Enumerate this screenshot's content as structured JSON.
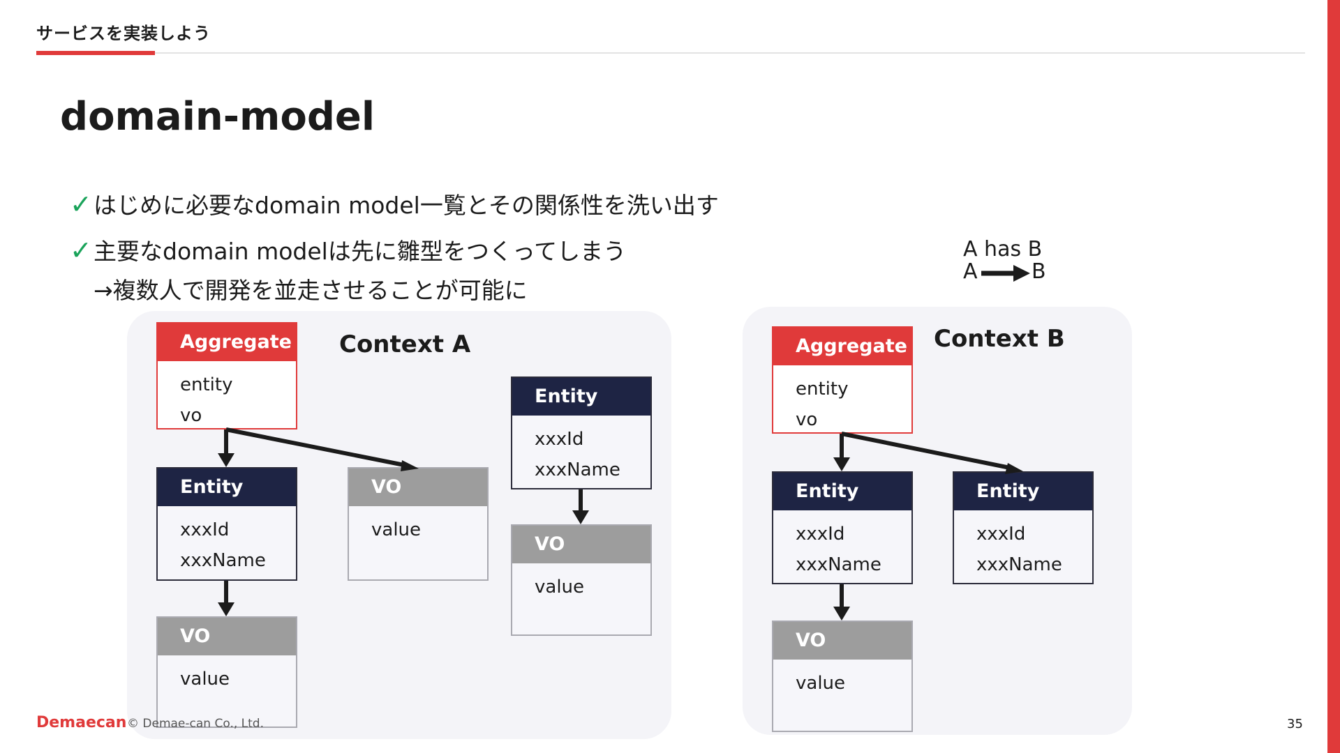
{
  "header": {
    "section": "サービスを実装しよう"
  },
  "title": "domain-model",
  "bullets": [
    "はじめに必要なdomain model一覧とその関係性を洗い出す",
    "主要なdomain modelは先に雛型をつくってしまう"
  ],
  "sub_bullet": "→複数人で開発を並走させることが可能に",
  "check_glyph": "✓",
  "legend": {
    "line1": "A has B",
    "from": "A",
    "to": "B"
  },
  "context_a": {
    "title": "Context A",
    "aggregate": {
      "head": "Aggregate",
      "rows": [
        "entity",
        "vo"
      ]
    },
    "entity_left": {
      "head": "Entity",
      "rows": [
        "xxxId",
        "xxxName"
      ]
    },
    "vo_left": {
      "head": "VO",
      "rows": [
        "value"
      ]
    },
    "vo_mid": {
      "head": "VO",
      "rows": [
        "value"
      ]
    },
    "entity_right": {
      "head": "Entity",
      "rows": [
        "xxxId",
        "xxxName"
      ]
    },
    "vo_right": {
      "head": "VO",
      "rows": [
        "value"
      ]
    }
  },
  "context_b": {
    "title": "Context B",
    "aggregate": {
      "head": "Aggregate",
      "rows": [
        "entity",
        "vo"
      ]
    },
    "entity_left": {
      "head": "Entity",
      "rows": [
        "xxxId",
        "xxxName"
      ]
    },
    "entity_right": {
      "head": "Entity",
      "rows": [
        "xxxId",
        "xxxName"
      ]
    },
    "vo_left": {
      "head": "VO",
      "rows": [
        "value"
      ]
    }
  },
  "footer": {
    "logo": "Demaecan",
    "copyright": "© Demae-can Co., Ltd.",
    "page": "35"
  },
  "colors": {
    "accent": "#e03a3a",
    "entity": "#1e2444",
    "vo": "#9d9d9d",
    "check": "#1aa35a"
  }
}
